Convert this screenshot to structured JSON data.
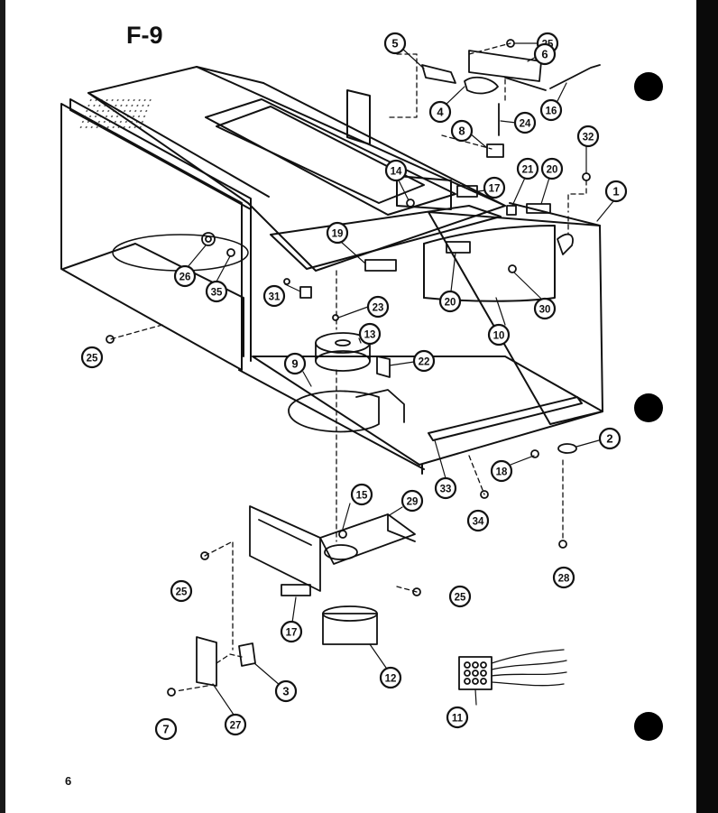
{
  "figure": {
    "title": "F-9",
    "page_number": "6"
  },
  "callouts": [
    {
      "id": "c5",
      "num": "5"
    },
    {
      "id": "c25a",
      "num": "25"
    },
    {
      "id": "c6",
      "num": "6"
    },
    {
      "id": "c4",
      "num": "4"
    },
    {
      "id": "c16",
      "num": "16"
    },
    {
      "id": "c24",
      "num": "24"
    },
    {
      "id": "c8",
      "num": "8"
    },
    {
      "id": "c32",
      "num": "32"
    },
    {
      "id": "c14",
      "num": "14"
    },
    {
      "id": "c21",
      "num": "21"
    },
    {
      "id": "c20a",
      "num": "20"
    },
    {
      "id": "c17a",
      "num": "17"
    },
    {
      "id": "c1",
      "num": "1"
    },
    {
      "id": "c19",
      "num": "19"
    },
    {
      "id": "c26",
      "num": "26"
    },
    {
      "id": "c35",
      "num": "35"
    },
    {
      "id": "c31",
      "num": "31"
    },
    {
      "id": "c20b",
      "num": "20"
    },
    {
      "id": "c30",
      "num": "30"
    },
    {
      "id": "c23",
      "num": "23"
    },
    {
      "id": "c10",
      "num": "10"
    },
    {
      "id": "c25b",
      "num": "25"
    },
    {
      "id": "c13",
      "num": "13"
    },
    {
      "id": "c9",
      "num": "9"
    },
    {
      "id": "c22",
      "num": "22"
    },
    {
      "id": "c2",
      "num": "2"
    },
    {
      "id": "c18",
      "num": "18"
    },
    {
      "id": "c33",
      "num": "33"
    },
    {
      "id": "c34",
      "num": "34"
    },
    {
      "id": "c15",
      "num": "15"
    },
    {
      "id": "c29",
      "num": "29"
    },
    {
      "id": "c28",
      "num": "28"
    },
    {
      "id": "c25c",
      "num": "25"
    },
    {
      "id": "c25d",
      "num": "25"
    },
    {
      "id": "c17b",
      "num": "17"
    },
    {
      "id": "c3",
      "num": "3"
    },
    {
      "id": "c12",
      "num": "12"
    },
    {
      "id": "c11",
      "num": "11"
    },
    {
      "id": "c7",
      "num": "7"
    },
    {
      "id": "c27",
      "num": "27"
    }
  ]
}
